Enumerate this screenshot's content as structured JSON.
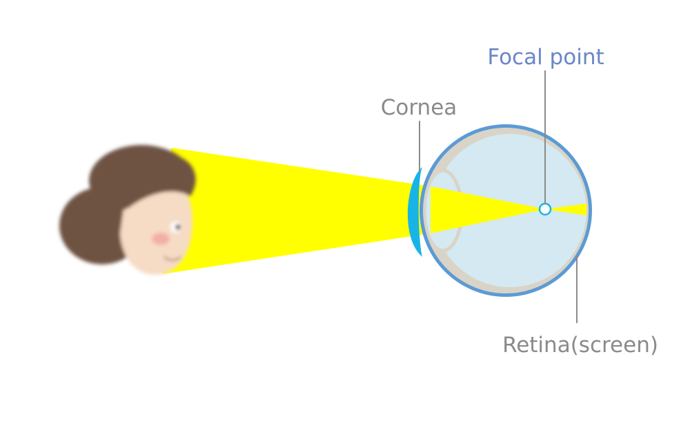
{
  "labels": {
    "focal_point": "Focal point",
    "cornea": "Cornea",
    "retina": "Retina(screen)"
  },
  "colors": {
    "focal_point_text": "#6a86c8",
    "label_text": "#8a8a8a",
    "leader_line": "#8a8a8a",
    "light_beam": "#ffff00",
    "eye_outline": "#5b9bd5",
    "eye_inner_wall": "#d9d4c7",
    "eye_fluid": "#d4e9f1",
    "cornea": "#19b4e6",
    "hair": "#6e5243",
    "skin": "#f6dcc4",
    "cheek": "#f2a7a2"
  },
  "icons": {
    "person": "person-head-icon",
    "eye": "eyeball-icon"
  }
}
